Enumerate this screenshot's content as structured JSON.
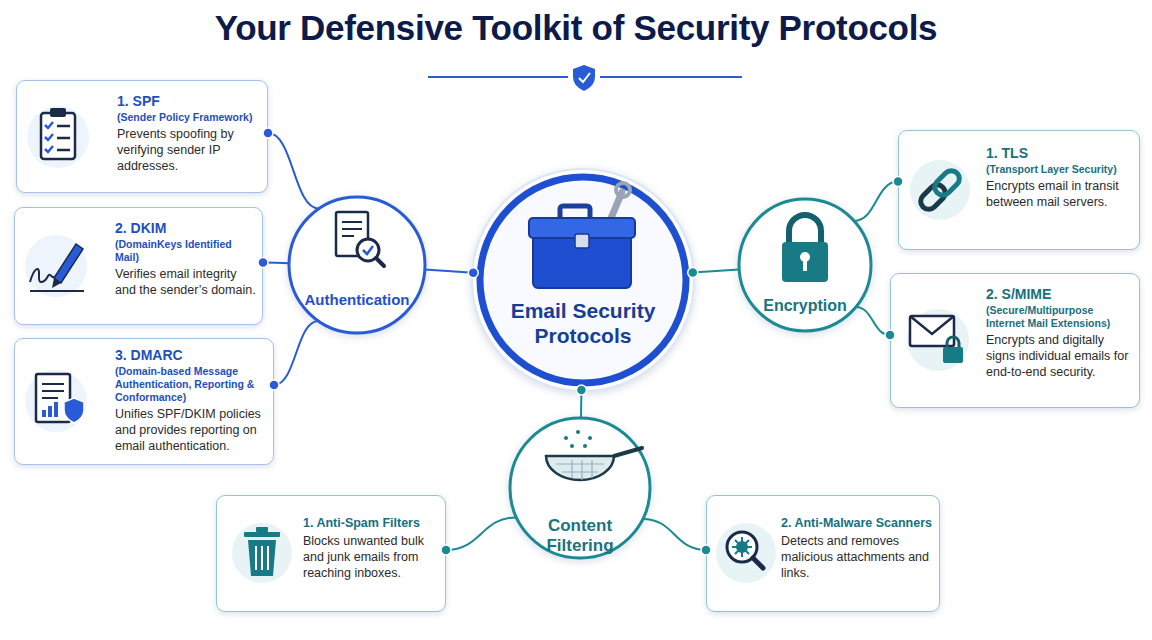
{
  "diagram": {
    "title": "Your Defensive Toolkit of Security Protocols",
    "nodes": [
      {
        "text": [
          "Email Security Protocols"
        ]
      },
      {
        "text": [
          "Authentication"
        ]
      },
      {
        "text": [
          "1. SPF",
          "(Sender Policy Framework)",
          "Prevents spoofing by verifying sender IP addresses."
        ]
      },
      {
        "text": [
          "2. DKIM",
          "(DomainKeys Identified Mail)",
          "Verifies email integrity and the sender’s domain."
        ]
      },
      {
        "text": [
          "3. DMARC",
          "(Domain-based Message Authentication, Reporting & Conformance)",
          "Unifies SPF/DKIM policies and provides reporting on email authentication."
        ]
      },
      {
        "text": [
          "Encryption"
        ]
      },
      {
        "text": [
          "1. TLS",
          "(Transport Layer Security)",
          "Encrypts email in transit between mail servers."
        ]
      },
      {
        "text": [
          "2. S/MIME",
          "(Secure/Multipurpose Internet Mail Extensions)",
          "Encrypts and digitally signs individual emails for end-to-end security."
        ]
      },
      {
        "text": [
          "Content Filtering"
        ]
      },
      {
        "text": [
          "1. Anti-Spam Filters",
          "Blocks unwanted bulk and junk emails from reaching inboxes."
        ]
      },
      {
        "text": [
          "2. Anti-Malware Scanners",
          "Detects and removes malicious attachments and links."
        ]
      }
    ],
    "edges": [
      {
        "from": 0,
        "to": 1,
        "arrow": "none"
      },
      {
        "from": 1,
        "to": 2,
        "arrow": "none"
      },
      {
        "from": 1,
        "to": 3,
        "arrow": "none"
      },
      {
        "from": 1,
        "to": 4,
        "arrow": "none"
      },
      {
        "from": 0,
        "to": 5,
        "arrow": "none"
      },
      {
        "from": 5,
        "to": 6,
        "arrow": "none"
      },
      {
        "from": 5,
        "to": 7,
        "arrow": "none"
      },
      {
        "from": 0,
        "to": 8,
        "arrow": "none"
      },
      {
        "from": 8,
        "to": 9,
        "arrow": "none"
      },
      {
        "from": 8,
        "to": 10,
        "arrow": "none"
      }
    ]
  }
}
